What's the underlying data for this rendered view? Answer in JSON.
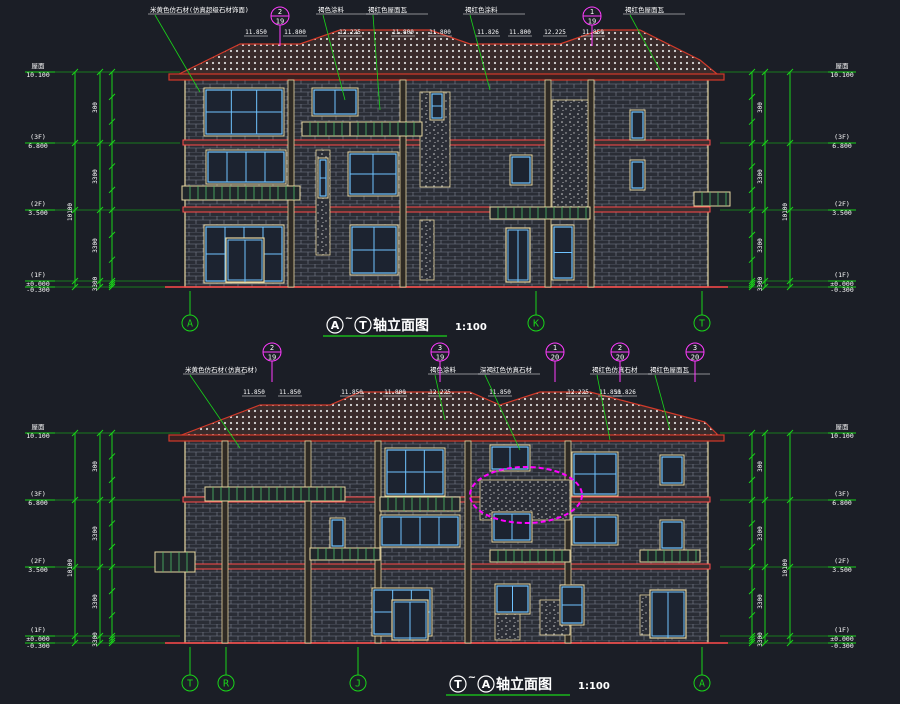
{
  "colors": {
    "background": "#1b1e26",
    "dimension": "#19d419",
    "wall_outline": "#e6d6a0",
    "brick_grid": "#8a8f99",
    "roof": "#d23a2a",
    "window": "#6fc3ff",
    "callout": "#ff3cff",
    "grid_axis": "#19d419",
    "note_text": "#ffffff",
    "leader": "#ffffff",
    "caption": "#ffffff",
    "floor_line": "#ff4a4a",
    "highlight": "#ff00ff"
  },
  "top": {
    "caption": {
      "a": "A",
      "b": "T",
      "tilde": "~",
      "suffix": "轴立面图",
      "scale": "1:100"
    },
    "axes": [
      "A",
      "K",
      "T"
    ],
    "notes": [
      "米黄色仿石材(仿真超级石材饰面)",
      "褐色涂料",
      "褐红色屋面瓦",
      "褐红色涂料",
      "褐红色屋面瓦"
    ],
    "elevations_top": [
      "11.850",
      "11.800",
      "11.800",
      "11.800",
      "11.826",
      "11.800",
      "12.225",
      "11.850",
      "12.225"
    ],
    "callouts": [
      {
        "num": "2",
        "den": "19"
      },
      {
        "num": "1",
        "den": "19"
      }
    ],
    "left_levels": [
      {
        "name": "屋面",
        "value": "10.100"
      },
      {
        "name": "(3F)",
        "value": "6.800"
      },
      {
        "name": "(2F)",
        "value": "3.500"
      },
      {
        "name": "(1F)",
        "value": "±0.000"
      },
      {
        "name": "",
        "value": "-0.300"
      }
    ],
    "right_levels": [
      {
        "name": "屋面",
        "value": "10.100"
      },
      {
        "name": "(3F)",
        "value": "6.800"
      },
      {
        "name": "(2F)",
        "value": "3.500"
      },
      {
        "name": "(1F)",
        "value": "±0.000"
      },
      {
        "name": "",
        "value": "-0.300"
      }
    ],
    "left_dims": [
      "300",
      "3300",
      "3300",
      "3300",
      "300"
    ],
    "right_dims": [
      "300",
      "3300",
      "3300",
      "3300",
      "300"
    ],
    "total_dim": "10100"
  },
  "bottom": {
    "caption": {
      "a": "T",
      "b": "A",
      "tilde": "~",
      "suffix": "轴立面图",
      "scale": "1:100"
    },
    "axes": [
      "T",
      "R",
      "J",
      "A"
    ],
    "notes": [
      "米黄色仿石材(仿真石材)",
      "褐色涂料",
      "深褐红色仿真石材",
      "褐红色仿真石材",
      "褐红色屋面瓦"
    ],
    "elevations_top": [
      "11.850",
      "11.850",
      "11.850",
      "12.225",
      "11.800",
      "11.850",
      "11.850",
      "12.225",
      "11.826"
    ],
    "callouts": [
      {
        "num": "2",
        "den": "19"
      },
      {
        "num": "3",
        "den": "19"
      },
      {
        "num": "1",
        "den": "20"
      },
      {
        "num": "2",
        "den": "20"
      },
      {
        "num": "3",
        "den": "20"
      }
    ],
    "left_levels": [
      {
        "name": "屋面",
        "value": "10.100"
      },
      {
        "name": "(3F)",
        "value": "6.800"
      },
      {
        "name": "(2F)",
        "value": "3.500"
      },
      {
        "name": "(1F)",
        "value": "±0.000"
      },
      {
        "name": "",
        "value": "-0.300"
      }
    ],
    "right_levels": [
      {
        "name": "屋面",
        "value": "10.100"
      },
      {
        "name": "(3F)",
        "value": "6.800"
      },
      {
        "name": "(2F)",
        "value": "3.500"
      },
      {
        "name": "(1F)",
        "value": "±0.000"
      },
      {
        "name": "",
        "value": "-0.300"
      }
    ],
    "left_dims": [
      "300",
      "3300",
      "3300",
      "3300",
      "300"
    ],
    "right_dims": [
      "300",
      "3300",
      "3300",
      "3300",
      "300"
    ],
    "total_dim": "10100"
  }
}
